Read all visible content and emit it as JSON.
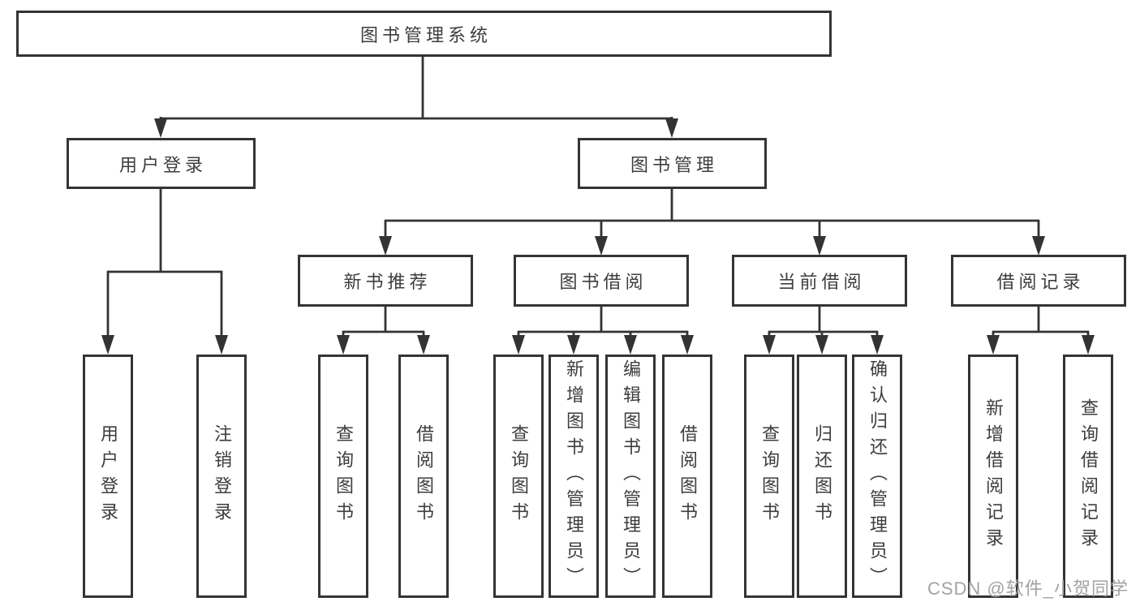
{
  "tree": {
    "root": {
      "label": "图书管理系统",
      "children": [
        {
          "label": "用户登录",
          "children": [
            {
              "label": "用户登录"
            },
            {
              "label": "注销登录"
            }
          ]
        },
        {
          "label": "图书管理",
          "children": [
            {
              "label": "新书推荐",
              "children": [
                {
                  "label": "查询图书"
                },
                {
                  "label": "借阅图书"
                }
              ]
            },
            {
              "label": "图书借阅",
              "children": [
                {
                  "label": "查询图书"
                },
                {
                  "label": "新增图书（管理员）"
                },
                {
                  "label": "编辑图书（管理员）"
                },
                {
                  "label": "借阅图书"
                }
              ]
            },
            {
              "label": "当前借阅",
              "children": [
                {
                  "label": "查询图书"
                },
                {
                  "label": "归还图书"
                },
                {
                  "label": "确认归还（管理员）"
                }
              ]
            },
            {
              "label": "借阅记录",
              "children": [
                {
                  "label": "新增借阅记录"
                },
                {
                  "label": "查询借阅记录"
                }
              ]
            }
          ]
        }
      ]
    }
  },
  "watermark": {
    "text": "CSDN @软件_小贺同学"
  },
  "colors": {
    "line": "#333333",
    "box_border": "#343434",
    "text": "#3d3d3d",
    "watermark": "#a3a3a3",
    "background": "#ffffff"
  }
}
